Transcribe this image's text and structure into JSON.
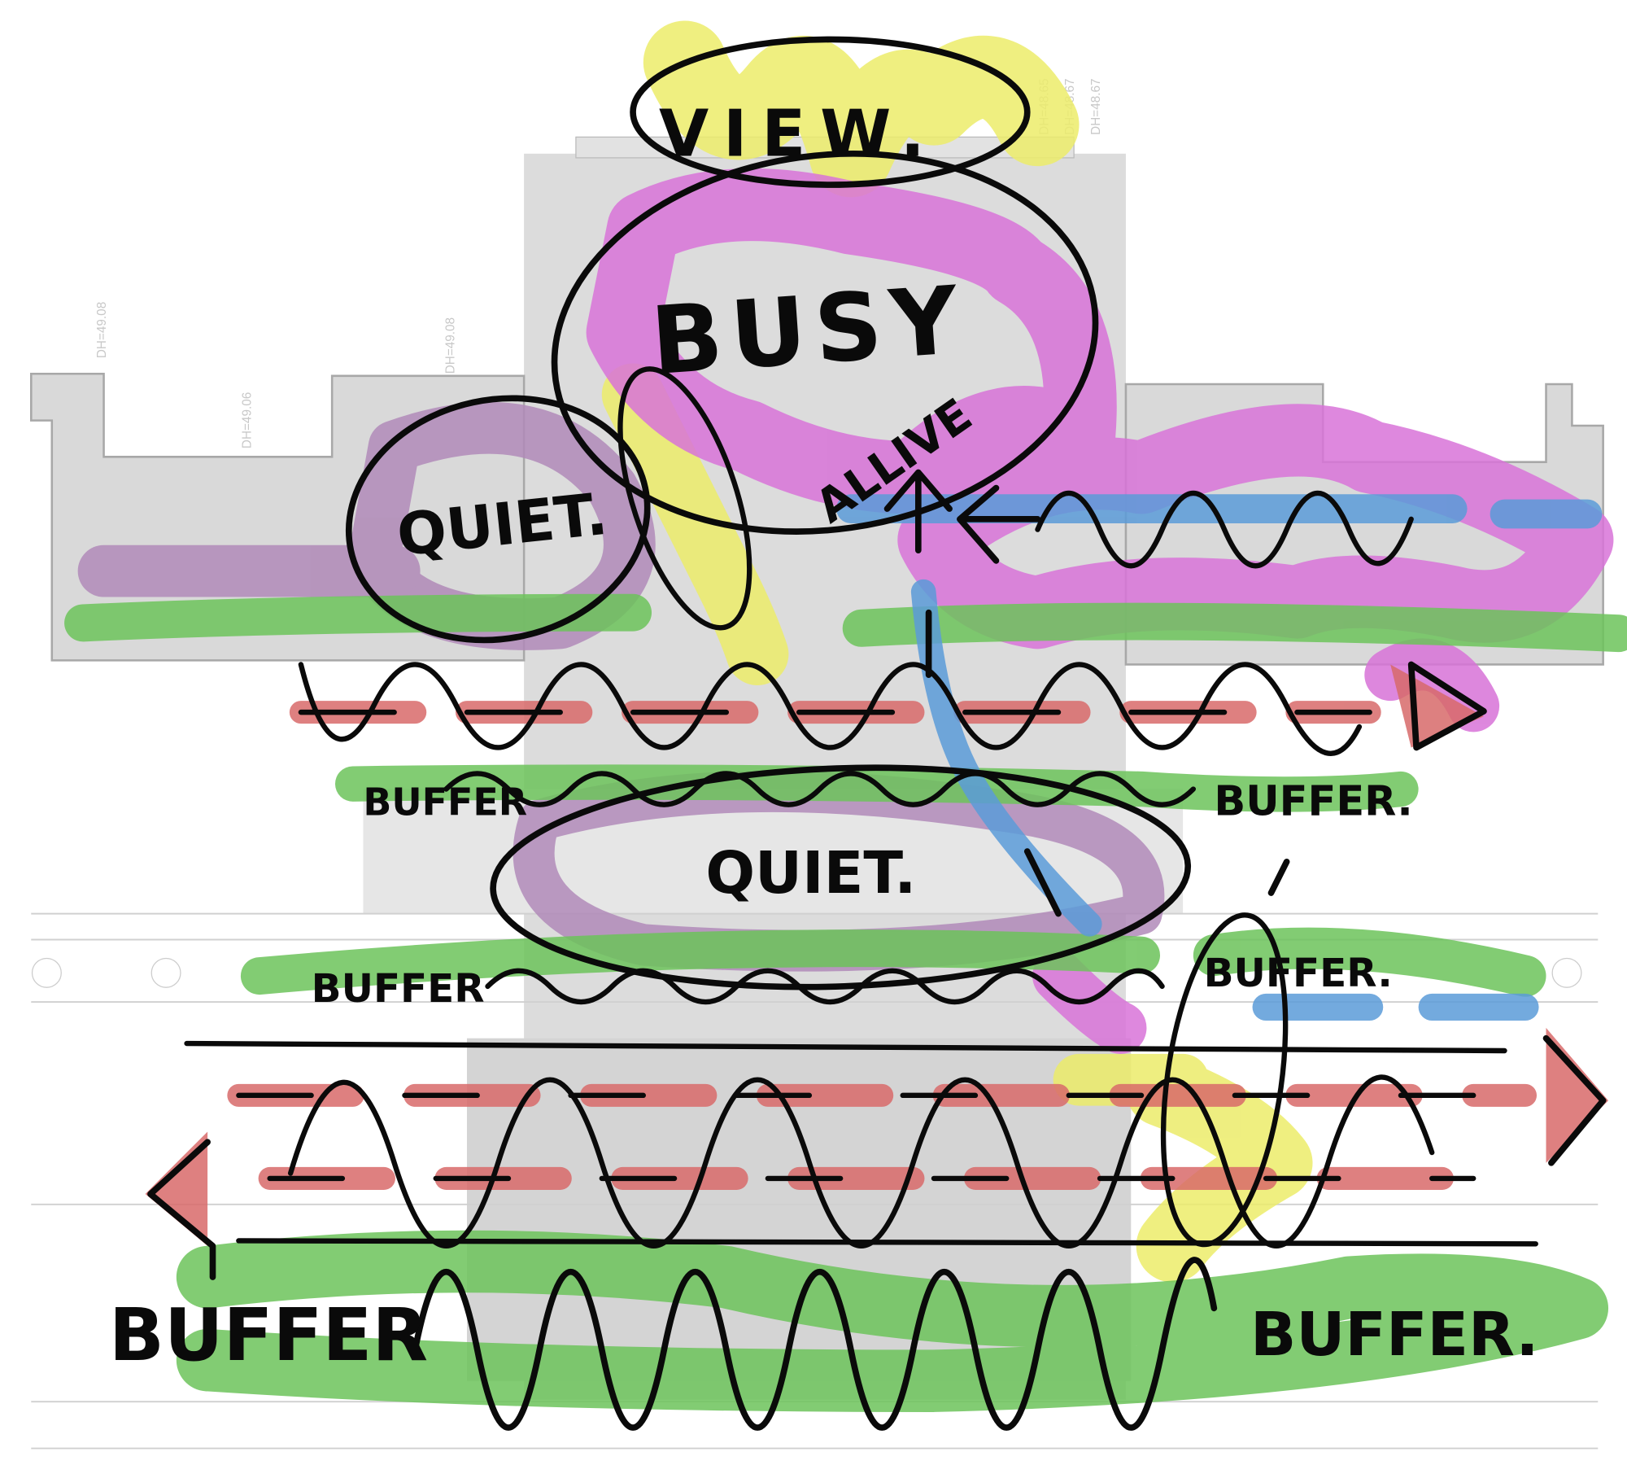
{
  "labels": {
    "view": "VIEW.",
    "busy": "BUSY",
    "alive": "ALLIVE",
    "quiet_upper": "QUIET.",
    "quiet_lower": "QUIET.",
    "buffer_mid_left": "BUFFER",
    "buffer_mid_right": "BUFFER.",
    "buffer_low_left": "BUFFER",
    "buffer_low_right": "BUFFER.",
    "buffer_bottom_left": "BUFFER",
    "buffer_bottom_right": "BUFFER."
  },
  "elevation_marks": [
    "DH=49.08",
    "DH=49.06",
    "DH=49.08",
    "DH=48.65",
    "DH=48.67",
    "DH=48.67"
  ],
  "colors": {
    "busy": "#d873d8",
    "quiet": "#b08ab8",
    "buffer": "#6cc35a",
    "view": "#ecec6a",
    "movement": "#d86a6a",
    "connection": "#5b9bd8",
    "building": "#d6d6d6",
    "ink": "#0a0a0a"
  }
}
